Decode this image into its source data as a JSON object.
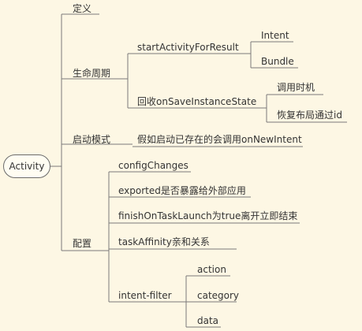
{
  "root": "Activity",
  "branches": {
    "definition": "定义",
    "lifecycle": {
      "label": "生命周期",
      "start_for_result": {
        "label": "startActivityForResult",
        "children": [
          "Intent",
          "Bundle"
        ]
      },
      "save_state": {
        "label": "回收onSaveInstanceState",
        "children": [
          "调用时机",
          "恢复布局通过id"
        ]
      }
    },
    "launch_mode": {
      "label": "启动模式",
      "note": "假如启动已存在的会调用onNewIntent"
    },
    "config": {
      "label": "配置",
      "items": [
        "configChanges",
        "exported是否暴露给外部应用",
        "finishOnTaskLaunch为true离开立即结束",
        "taskAffinity亲和关系"
      ],
      "intent_filter": {
        "label": "intent-filter",
        "children": [
          "action",
          "category",
          "data"
        ]
      }
    }
  },
  "colors": {
    "line": "#7a7a7a",
    "background": "#fdf7e4",
    "text": "#333333"
  }
}
